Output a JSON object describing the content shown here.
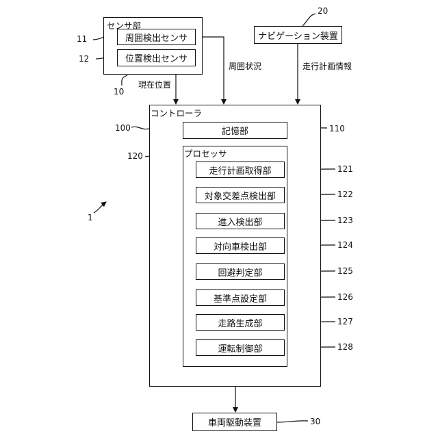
{
  "sensor_unit": {
    "title": "センサ部",
    "ref": "10",
    "surroundings_sensor": {
      "label": "周囲検出センサ",
      "ref": "11"
    },
    "position_sensor": {
      "label": "位置検出センサ",
      "ref": "12"
    }
  },
  "navigation": {
    "label": "ナビゲーション装置",
    "ref": "20"
  },
  "signals": {
    "current_position": "現在位置",
    "surrounding_status": "周囲状況",
    "travel_plan_info": "走行計画情報"
  },
  "controller": {
    "title": "コントローラ",
    "ref": "100",
    "memory": {
      "label": "記憶部",
      "ref": "110"
    },
    "processor": {
      "title": "プロセッサ",
      "ref": "120",
      "modules": [
        {
          "label": "走行計画取得部",
          "ref": "121"
        },
        {
          "label": "対象交差点検出部",
          "ref": "122"
        },
        {
          "label": "進入検出部",
          "ref": "123"
        },
        {
          "label": "対向車検出部",
          "ref": "124"
        },
        {
          "label": "回避判定部",
          "ref": "125"
        },
        {
          "label": "基準点設定部",
          "ref": "126"
        },
        {
          "label": "走路生成部",
          "ref": "127"
        },
        {
          "label": "運転制御部",
          "ref": "128"
        }
      ]
    }
  },
  "vehicle_drive": {
    "label": "車両駆動装置",
    "ref": "30"
  },
  "system_ref": "1"
}
